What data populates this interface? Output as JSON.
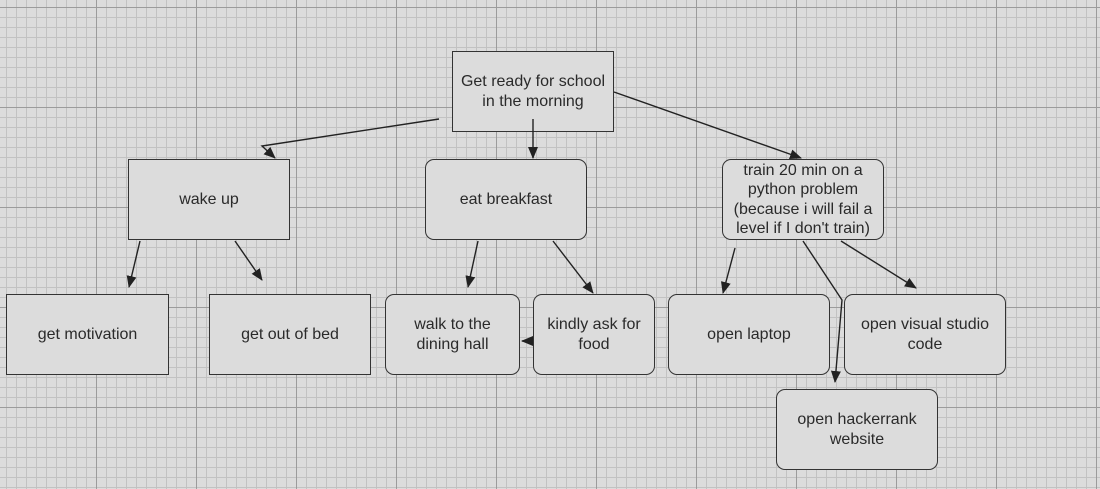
{
  "diagram": {
    "colors": {
      "canvas": "#dcdcdc",
      "grid_major": "#9c9c9c",
      "grid_minor": "#c2c2c2",
      "node_fill": "#dcdcdc",
      "stroke": "#333333",
      "text": "#2a2a2a"
    },
    "nodes": {
      "root": "Get ready for school in the morning",
      "wake_up": "wake up",
      "eat_breakfast": "eat breakfast",
      "train": "train 20 min on a python problem (because i will fail a level if I don't train)",
      "get_motivation": "get motivation",
      "get_out_of_bed": "get out of bed",
      "walk_dining": "walk to the dining hall",
      "ask_food": "kindly ask for food",
      "open_laptop": "open laptop",
      "open_vscode": "open visual studio code",
      "open_hackerrank": "open hackerrank website"
    },
    "edges": [
      {
        "from": "root",
        "to": "wake_up"
      },
      {
        "from": "root",
        "to": "eat_breakfast"
      },
      {
        "from": "root",
        "to": "train"
      },
      {
        "from": "wake_up",
        "to": "get_motivation"
      },
      {
        "from": "wake_up",
        "to": "get_out_of_bed"
      },
      {
        "from": "eat_breakfast",
        "to": "walk_dining"
      },
      {
        "from": "eat_breakfast",
        "to": "ask_food"
      },
      {
        "from": "ask_food",
        "to": "walk_dining"
      },
      {
        "from": "train",
        "to": "open_laptop"
      },
      {
        "from": "train",
        "to": "open_vscode"
      },
      {
        "from": "train",
        "to": "open_hackerrank"
      }
    ]
  }
}
